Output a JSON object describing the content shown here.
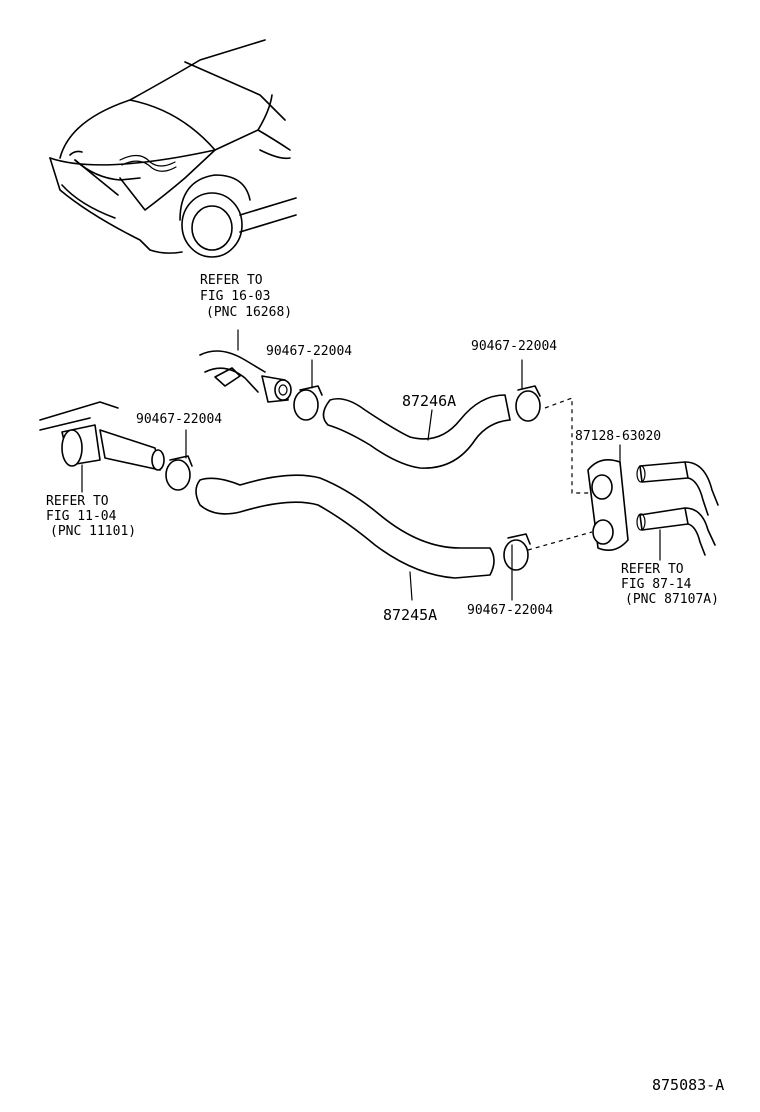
{
  "labels": {
    "refer_top_1": "REFER TO",
    "refer_top_2": "FIG 16-03",
    "refer_top_3": "(PNC 16268)",
    "clamp_top_left": "90467-22004",
    "clamp_top_right": "90467-22004",
    "clamp_left": "90467-22004",
    "clamp_bottom": "90467-22004",
    "hose_upper": "87246A",
    "hose_lower": "87245A",
    "plate": "87128-63020",
    "refer_left_1": "REFER TO",
    "refer_left_2": "FIG 11-04",
    "refer_left_3": "(PNC 11101)",
    "refer_right_1": "REFER TO",
    "refer_right_2": "FIG 87-14",
    "refer_right_3": "(PNC 87107A)",
    "figure_id": "875083-A"
  }
}
